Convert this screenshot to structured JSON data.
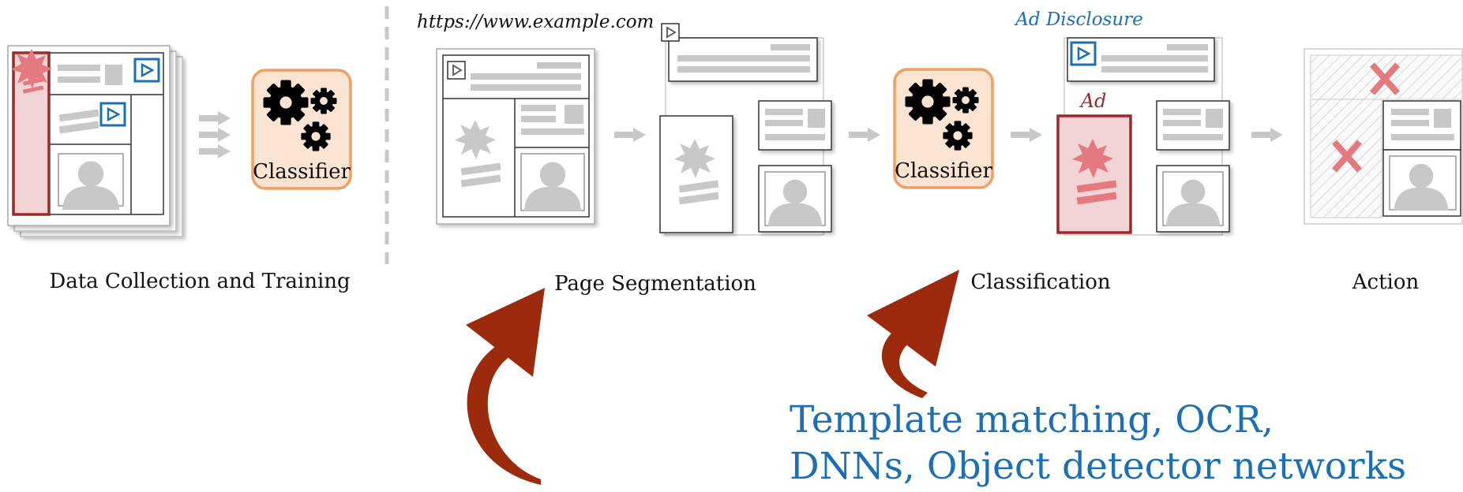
{
  "stages": {
    "training": "Data Collection and Training",
    "segmentation": "Page Segmentation",
    "classification": "Classification",
    "action": "Action"
  },
  "url": "https://www.example.com",
  "classifier_label": "Classifier",
  "ad_disclosure": "Ad Disclosure",
  "ad_label": "Ad",
  "methods": {
    "line1": "Template matching, OCR,",
    "line2": "DNNs, Object detector networks"
  },
  "colors": {
    "ad_red": "#9b2a2a",
    "ad_fill": "#f2d4d6",
    "classifier_fill": "#fbe4d2",
    "classifier_border": "#f0a060",
    "disclosure_blue": "#1a6fb5",
    "placeholder_gray": "#c8c8c8",
    "callout_arrow": "#9c2a0c"
  },
  "icons": [
    "gears-icon",
    "play-icon",
    "starburst-icon",
    "person-icon",
    "x-mark-icon",
    "arrow-right-icon"
  ]
}
